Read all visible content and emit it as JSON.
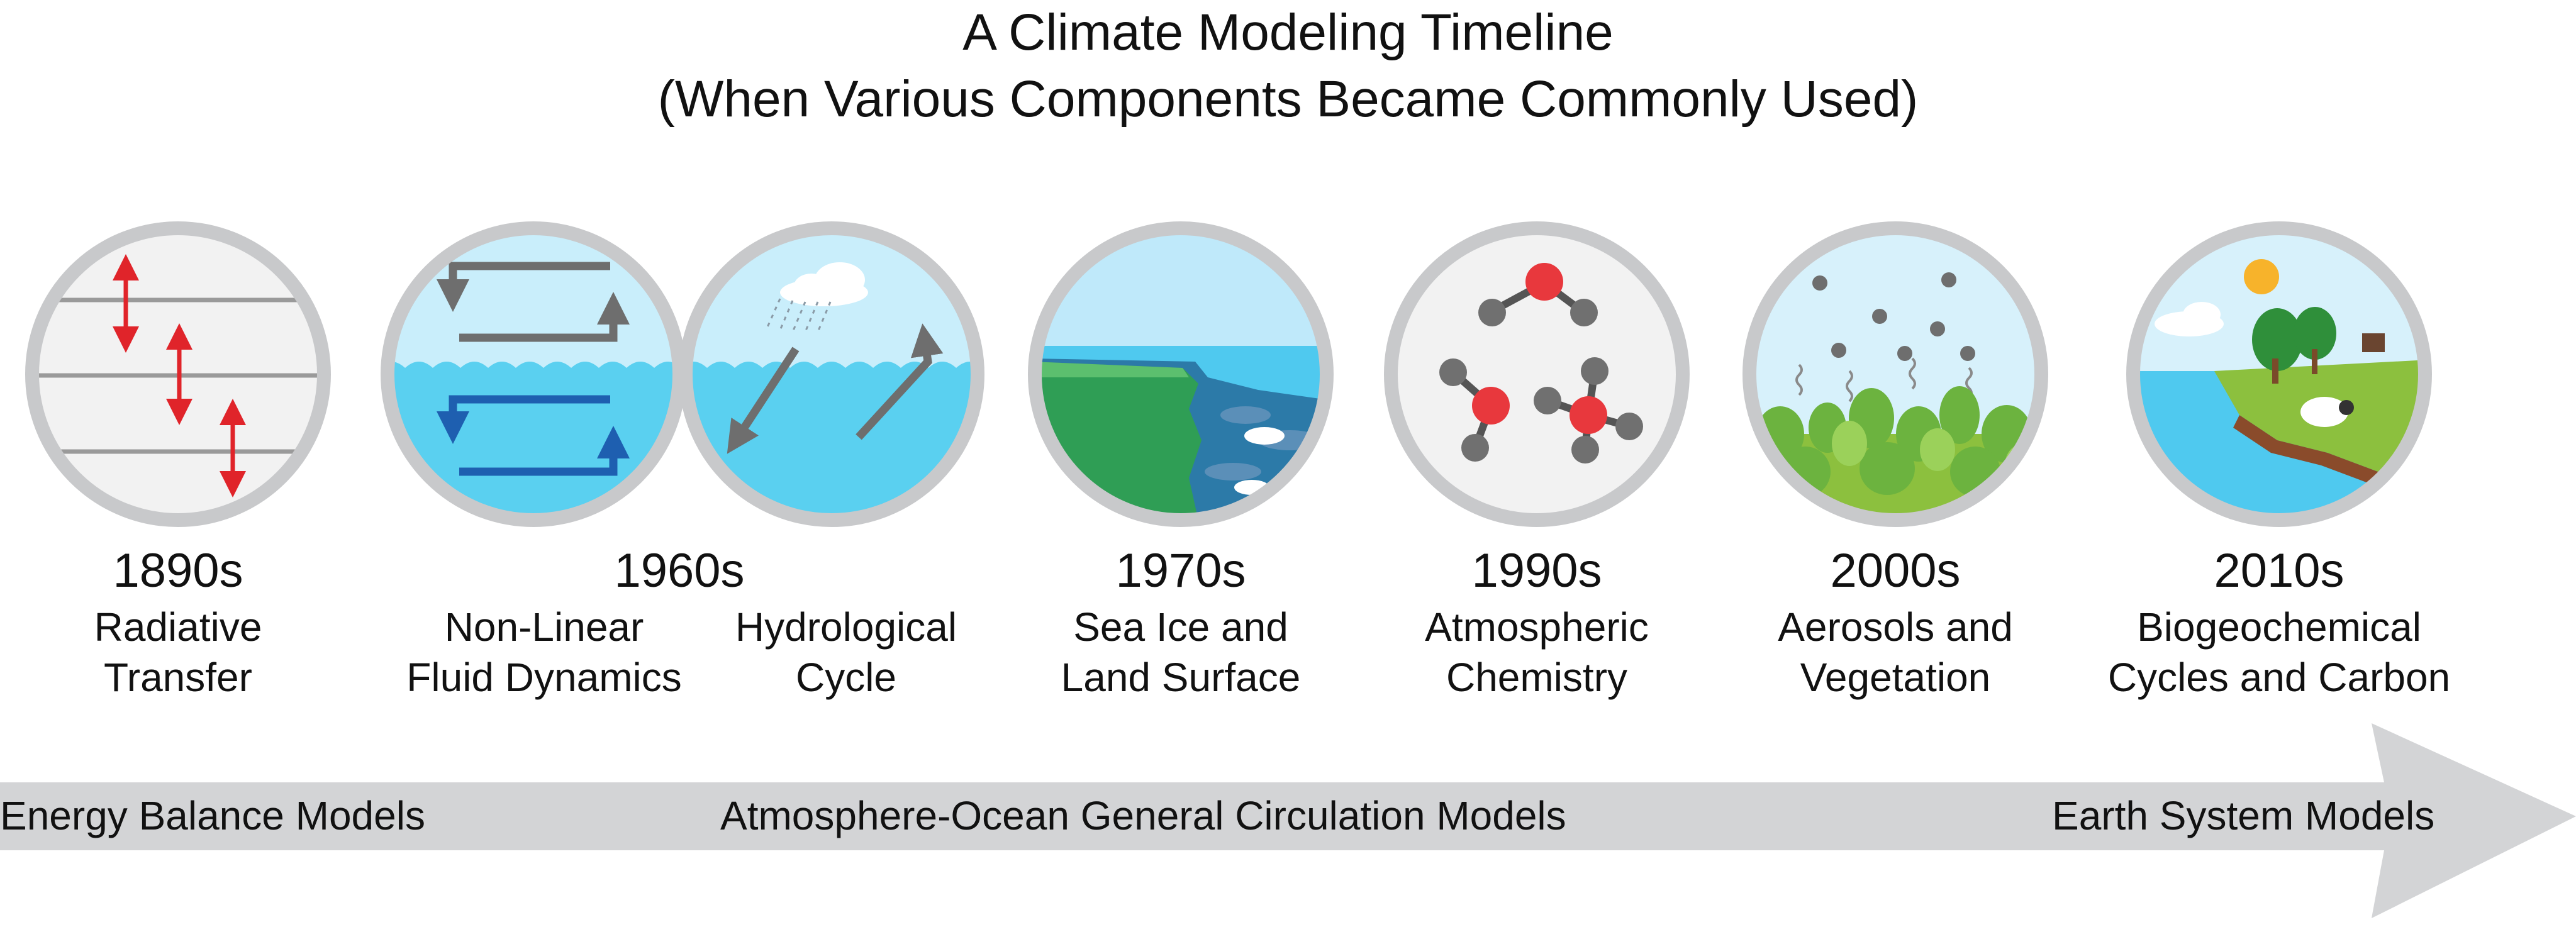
{
  "title": {
    "line1": "A Climate Modeling Timeline",
    "line2": "(When Various Components Became Commonly Used)"
  },
  "milestones": [
    {
      "decade": "1890s",
      "captions": [
        {
          "line1": "Radiative",
          "line2": "Transfer"
        }
      ]
    },
    {
      "decade": "1960s",
      "captions": [
        {
          "line1": "Non-Linear",
          "line2": "Fluid Dynamics"
        },
        {
          "line1": "Hydrological",
          "line2": "Cycle"
        }
      ]
    },
    {
      "decade": "1970s",
      "captions": [
        {
          "line1": "Sea Ice and",
          "line2": "Land Surface"
        }
      ]
    },
    {
      "decade": "1990s",
      "captions": [
        {
          "line1": "Atmospheric",
          "line2": "Chemistry"
        }
      ]
    },
    {
      "decade": "2000s",
      "captions": [
        {
          "line1": "Aerosols and",
          "line2": "Vegetation"
        }
      ]
    },
    {
      "decade": "2010s",
      "captions": [
        {
          "line1": "Biogeochemical",
          "line2": "Cycles and Carbon"
        }
      ]
    }
  ],
  "model_types": [
    "Energy Balance Models",
    "Atmosphere-Ocean General Circulation Models",
    "Earth System Models"
  ],
  "icons": [
    "radiative-transfer-icon",
    "fluid-dynamics-icon",
    "hydrological-cycle-icon",
    "sea-ice-land-icon",
    "atmospheric-chemistry-icon",
    "aerosols-vegetation-icon",
    "biogeochemical-cycles-icon"
  ],
  "colors": {
    "arrow_band": "#d3d4d6",
    "circle_rim": "#c8c9cb",
    "water": "#5ad0f0",
    "sky": "#c9eefb",
    "arrow_red": "#e0242a",
    "molecule_red": "#e8383d",
    "atom_gray": "#707070",
    "dark_blue_arrow": "#1e5fb0",
    "grass": "#8cc03e"
  }
}
